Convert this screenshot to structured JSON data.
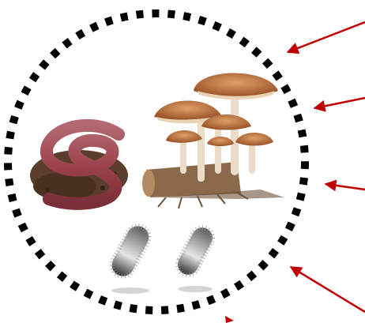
{
  "diagram": {
    "colors": {
      "background": "#ffffff",
      "boundary": "#000000",
      "arrow": "#c00000",
      "worm_body": "#b5505a",
      "worm_shadow": "#7a2f38",
      "worm_highlight": "#e39aa2",
      "soil": "#5a3d2a",
      "mushroom_cap": "#b86a35",
      "mushroom_cap_light": "#e0a06a",
      "mushroom_gills": "#e8d2b3",
      "mushroom_stem": "#eadcc6",
      "wood": "#8b6a4c",
      "bacteria_body": "#c9c9c9",
      "bacteria_dark": "#3a3a3a",
      "bacteria_cilia": "#9a9a9a"
    },
    "boundary": {
      "shape": "circle",
      "style": "dotted",
      "label": ""
    },
    "organisms": [
      {
        "name": "earthworm",
        "icon": "earthworm-icon"
      },
      {
        "name": "mushrooms",
        "icon": "mushroom-cluster-icon"
      },
      {
        "name": "bacterium",
        "icon": "bacterium-icon"
      },
      {
        "name": "bacterium",
        "icon": "bacterium-icon"
      }
    ],
    "arrows": [
      {
        "id": "arrow-1",
        "direction": "inward",
        "label": ""
      },
      {
        "id": "arrow-2",
        "direction": "inward",
        "label": ""
      },
      {
        "id": "arrow-3",
        "direction": "inward",
        "label": ""
      },
      {
        "id": "arrow-4",
        "direction": "inward",
        "label": ""
      },
      {
        "id": "arrow-5",
        "direction": "inward",
        "label": ""
      }
    ]
  }
}
